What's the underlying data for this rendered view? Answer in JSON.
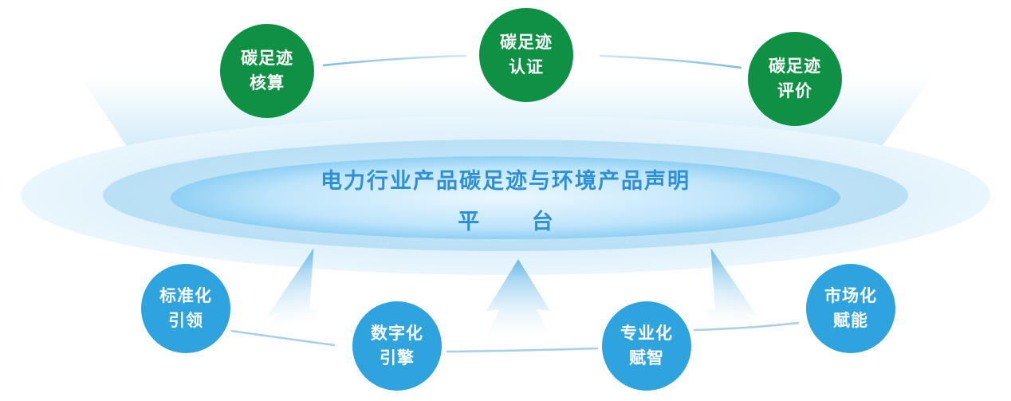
{
  "platform": {
    "title_line1": "电力行业产品碳足迹与环境产品声明",
    "title_line2": "平 台"
  },
  "top_nodes": [
    {
      "line1": "碳足迹",
      "line2": "核算"
    },
    {
      "line1": "碳足迹",
      "line2": "认证"
    },
    {
      "line1": "碳足迹",
      "line2": "评价"
    }
  ],
  "bottom_nodes": [
    {
      "line1": "标准化",
      "line2": "引领"
    },
    {
      "line1": "数字化",
      "line2": "引擎"
    },
    {
      "line1": "专业化",
      "line2": "赋智"
    },
    {
      "line1": "市场化",
      "line2": "赋能"
    }
  ],
  "colors": {
    "top_node": "#0f9145",
    "bottom_node": "#2fa3dd",
    "title": "#2e8fd6",
    "ellipse": "#bfe4f7"
  }
}
